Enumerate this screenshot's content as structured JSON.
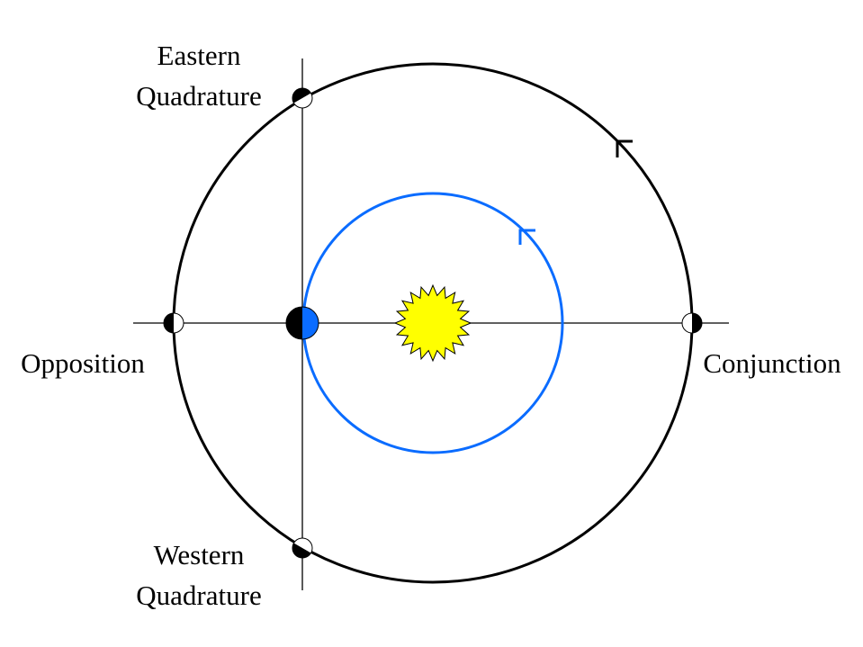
{
  "labels": {
    "eastern_1": "Eastern",
    "eastern_2": "Quadrature",
    "western_1": "Western",
    "western_2": "Quadrature",
    "opposition": "Opposition",
    "conjunction": "Conjunction"
  },
  "colors": {
    "outer_orbit": "#000000",
    "inner_orbit": "#0a6cff",
    "sun": "#ffff00",
    "earth_day": "#0a6cff",
    "planet_dark": "#000000",
    "planet_light": "#ffffff"
  }
}
